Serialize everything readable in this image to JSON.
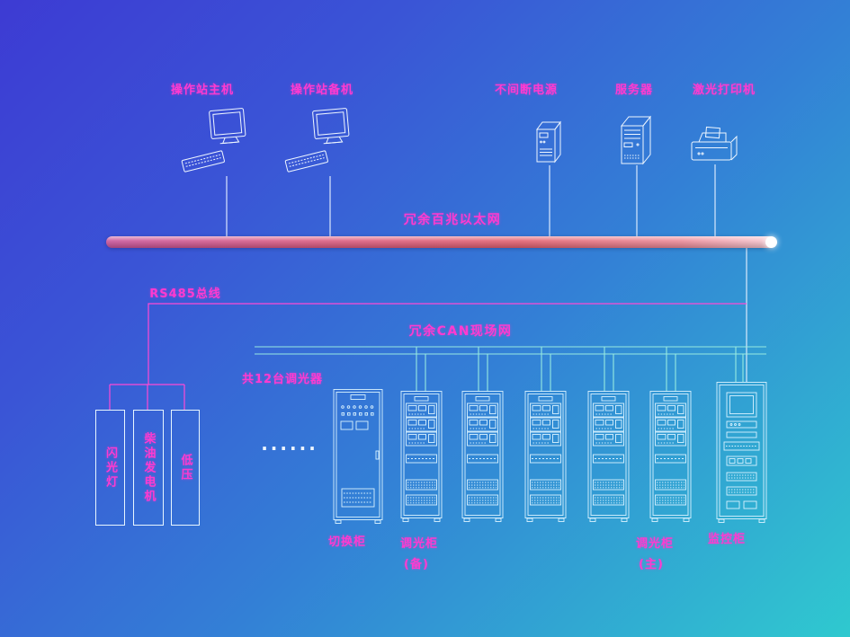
{
  "colors": {
    "label": "#ff3ad0",
    "ethernet_bus_left": "#c9559b",
    "ethernet_bus_right": "#f6c9d2",
    "can_line": "#9df0e2",
    "rs485_line": "#ff49d5",
    "device_outline": "#e6f4ff",
    "bg_top_left": "#3d3bd3",
    "bg_bottom_right": "#2fc9cf"
  },
  "top_devices": [
    {
      "label": "操作站主机"
    },
    {
      "label": "操作站备机"
    },
    {
      "label": "不间断电源"
    },
    {
      "label": "服务器"
    },
    {
      "label": "激光打印机"
    }
  ],
  "ethernet": {
    "label": "冗余百兆以太网"
  },
  "rs485": {
    "label": "RS485总线"
  },
  "can": {
    "label": "冗余CAN现场网",
    "dimmer_note": "共12台调光器"
  },
  "dots": "······",
  "left_boxes": [
    {
      "label": "闪光灯"
    },
    {
      "label": "柴油发电机"
    },
    {
      "label": "低压"
    }
  ],
  "cabinets": {
    "switch_label": "切换柜",
    "dimmer_backup_label": "调光柜",
    "dimmer_backup_sub": "(备)",
    "dimmer_main_label": "调光柜",
    "dimmer_main_sub": "(主)",
    "monitor_label": "监控柜"
  }
}
